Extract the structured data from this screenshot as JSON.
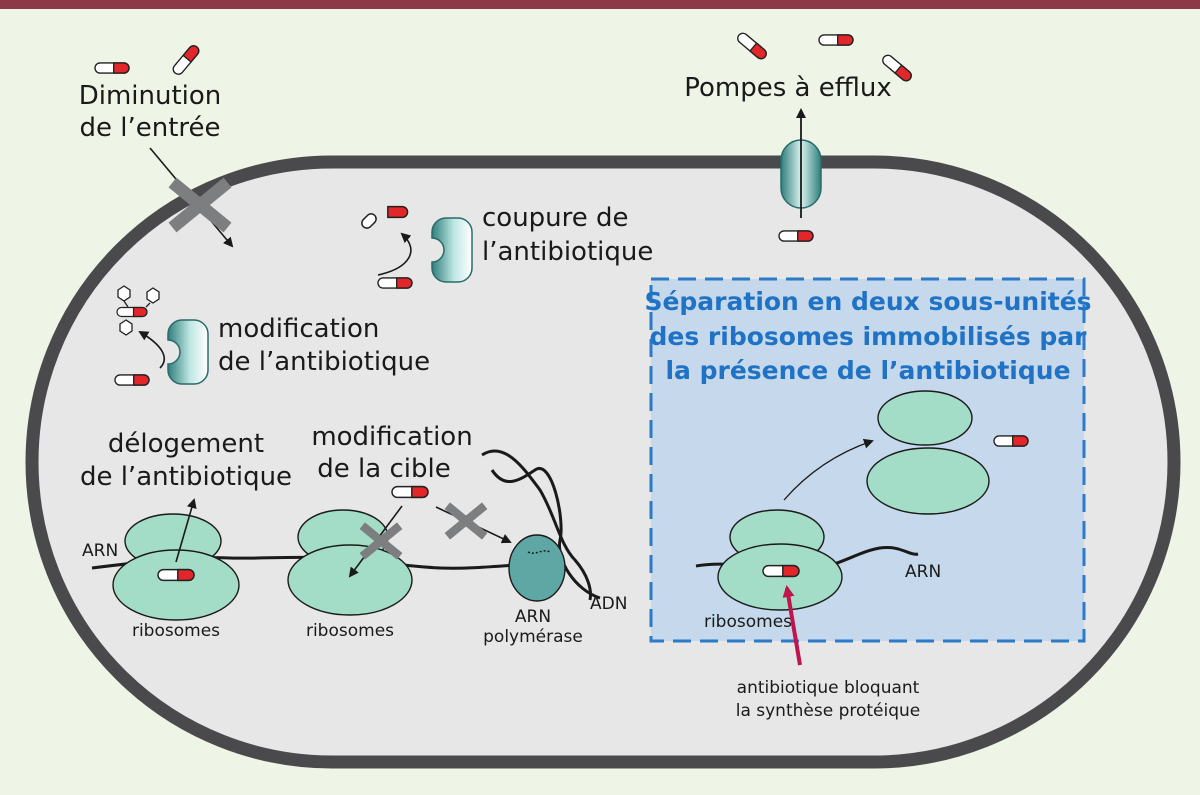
{
  "labels": {
    "diminution_line1": "Diminution",
    "diminution_line2": "de l’entrée",
    "pompes": "Pompes à efflux",
    "coupure_line1": "coupure de",
    "coupure_line2": "l’antibiotique",
    "modif_ab_line1": "modification",
    "modif_ab_line2": "de l’antibiotique",
    "delog_line1": "délogement",
    "delog_line2": "de l’antibiotique",
    "modif_cible_line1": "modification",
    "modif_cible_line2": "de la cible",
    "arn_left": "ARN",
    "ribosomes_1": "ribosomes",
    "ribosomes_2": "ribosomes",
    "arn_pol_line1": "ARN",
    "arn_pol_line2": "polymérase",
    "adn": "ADN",
    "box_line1": "Séparation en deux sous-unités",
    "box_line2": "des ribosomes immobilisés par",
    "box_line3": "la présence de l’antibiotique",
    "arn_right": "ARN",
    "ribosomes_3": "ribosomes",
    "bloquant_line1": "antibiotique bloquant",
    "bloquant_line2": "la synthèse protéique"
  },
  "colors": {
    "background": "#eef5e6",
    "top_border": "#8c3a48",
    "cell_fill": "#e6e7e6",
    "membrane": "#4a494c",
    "ribosome": "#a3ddc8",
    "polymerase": "#5fa7a4",
    "pump": "#3f8d8c",
    "box_fill": "#c5d8ec",
    "box_border": "#2c7ac8",
    "box_title": "#1f72c4",
    "pill_red": "#e3262a",
    "cross": "#7d7e80",
    "magenta_arrow": "#c0144c"
  },
  "icons": [
    "antibiotic-pill-icon",
    "cross-block-icon",
    "arrow-icon",
    "dna-helix-icon",
    "enzyme-icon",
    "pump-icon",
    "ribosome-icon"
  ]
}
